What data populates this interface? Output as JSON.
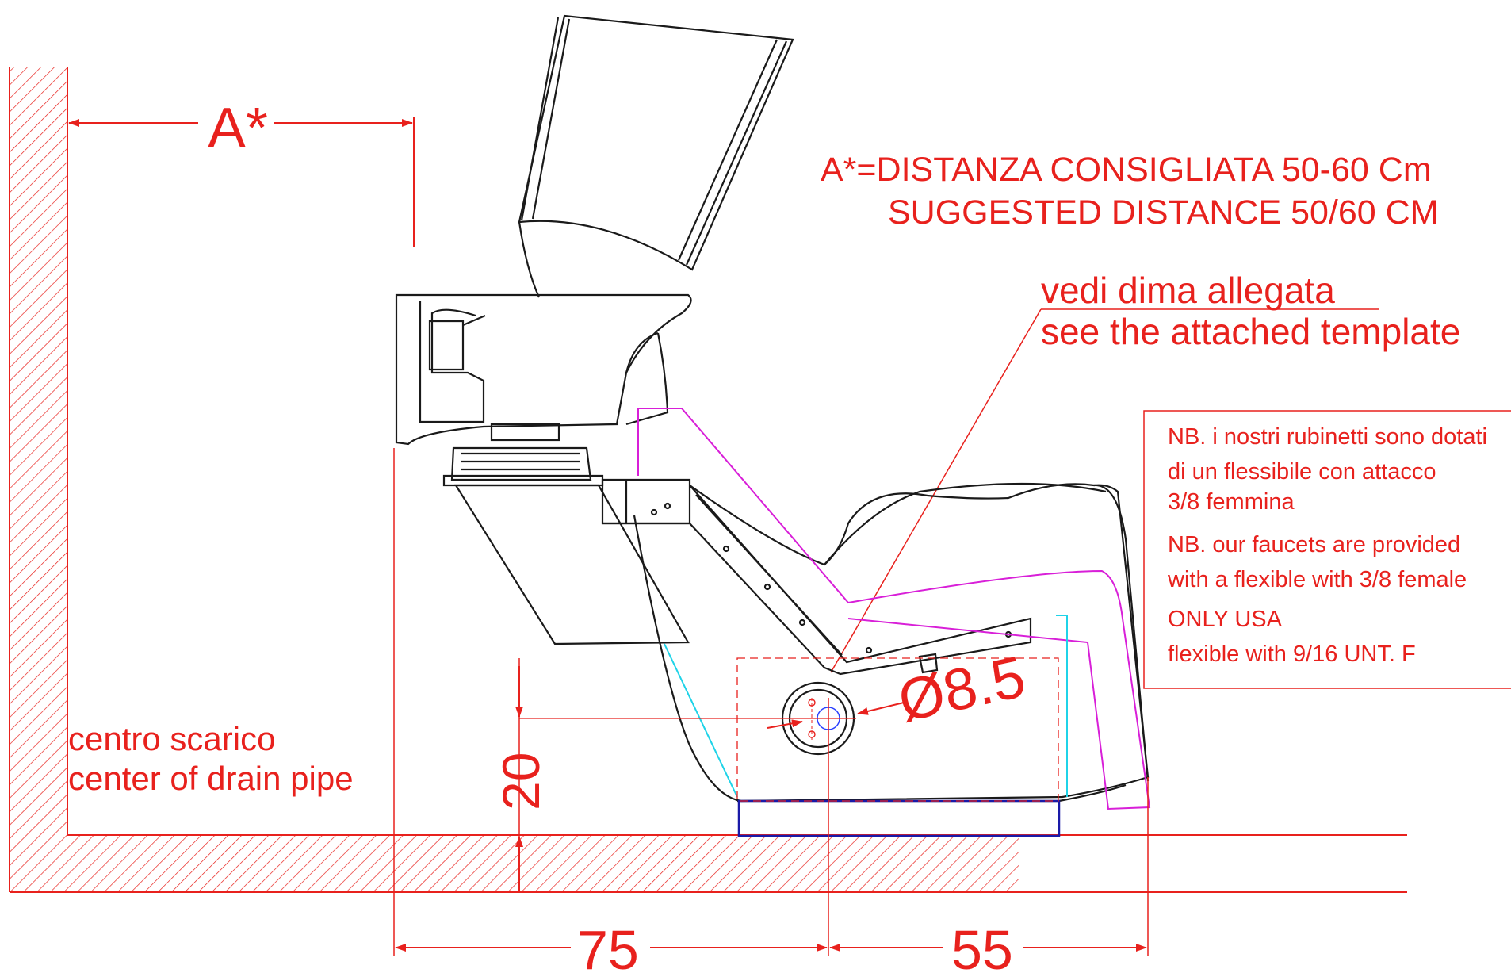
{
  "dimensions": {
    "a_star": "A*",
    "horizontal_left": "75",
    "horizontal_right": "55",
    "vertical_height": "20",
    "diameter": "Ø8.5"
  },
  "notes": {
    "distance_it": "A*=DISTANZA CONSIGLIATA 50-60 Cm",
    "distance_en": "SUGGESTED DISTANCE 50/60 CM",
    "template_it": "vedi dima allegata",
    "template_en": "see the attached template",
    "drain_it": "centro scarico",
    "drain_en": "center of drain pipe"
  },
  "nb_box": {
    "line1": "NB. i nostri rubinetti sono dotati",
    "line2": "di un flessibile con attacco",
    "line3": "3/8 femmina",
    "line4": "NB. our faucets are provided",
    "line5": "with a flexible with 3/8 female",
    "line6": "ONLY USA",
    "line7": "flexible with 9/16 UNT. F"
  },
  "colors": {
    "annotation": "#e8211d",
    "outline": "#1a1a1a",
    "magenta": "#d81fd8",
    "cyan": "#1fd3e8",
    "blue": "#1a1aa8"
  }
}
